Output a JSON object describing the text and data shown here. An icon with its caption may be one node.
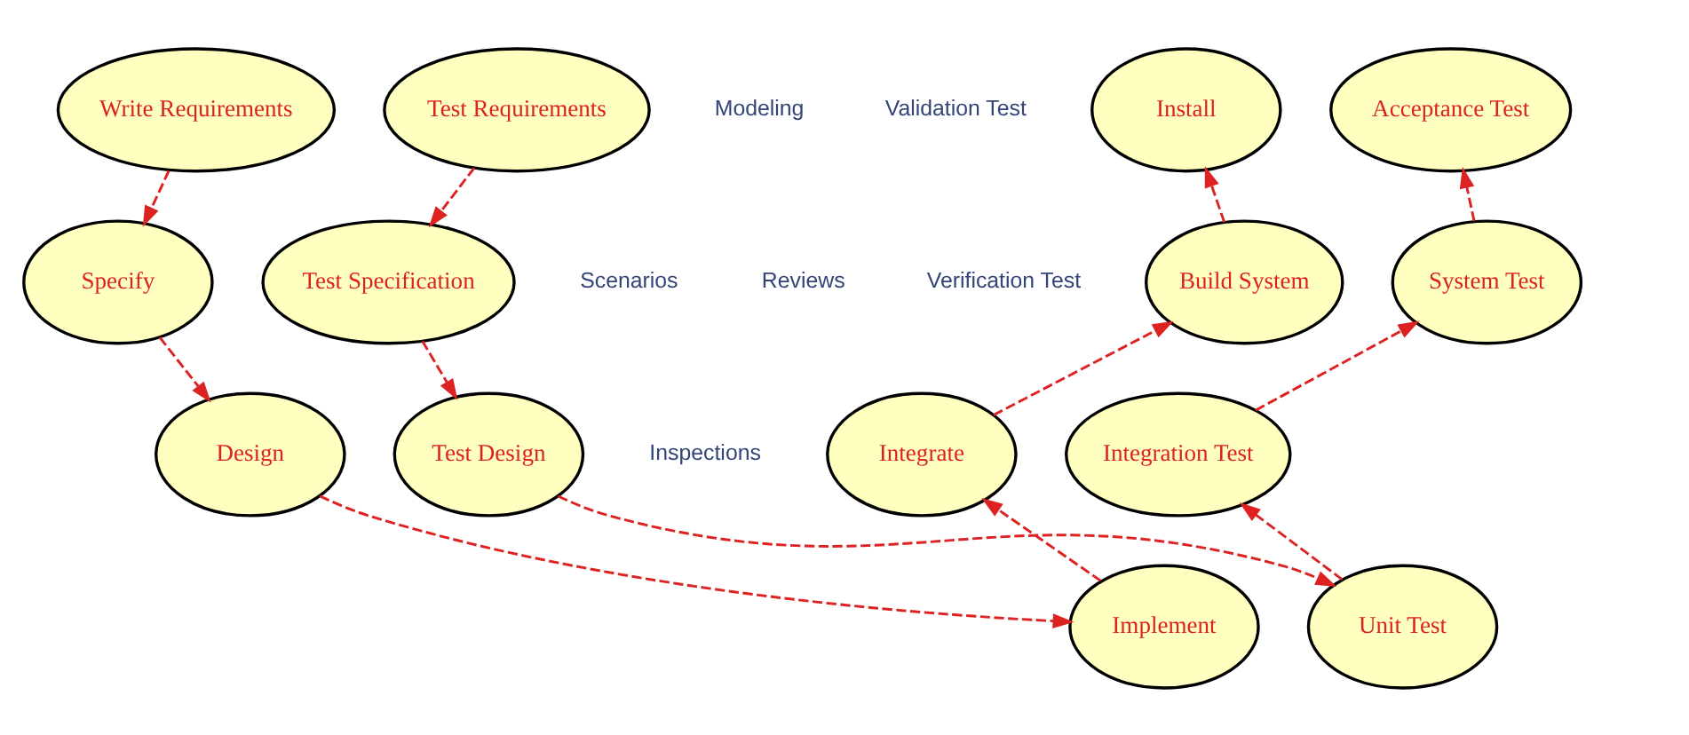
{
  "diagram": {
    "nodes": [
      {
        "text": [
          "Write Requirements"
        ]
      },
      {
        "text": [
          "Test Requirements"
        ]
      },
      {
        "text": [
          "Specify"
        ]
      },
      {
        "text": [
          "Test Specification"
        ]
      },
      {
        "text": [
          "Design"
        ]
      },
      {
        "text": [
          "Test Design"
        ]
      },
      {
        "text": [
          "Implement"
        ]
      },
      {
        "text": [
          "Unit Test"
        ]
      },
      {
        "text": [
          "Integrate"
        ]
      },
      {
        "text": [
          "Integration Test"
        ]
      },
      {
        "text": [
          "Build System"
        ]
      },
      {
        "text": [
          "System Test"
        ]
      },
      {
        "text": [
          "Install"
        ]
      },
      {
        "text": [
          "Acceptance Test"
        ]
      }
    ],
    "edges": [
      {
        "from": 0,
        "to": 2,
        "arrow": "to",
        "style": "dashed"
      },
      {
        "from": 1,
        "to": 3,
        "arrow": "to",
        "style": "dashed"
      },
      {
        "from": 2,
        "to": 4,
        "arrow": "to",
        "style": "dashed"
      },
      {
        "from": 3,
        "to": 5,
        "arrow": "to",
        "style": "dashed"
      },
      {
        "from": 4,
        "to": 6,
        "arrow": "to",
        "style": "dashed"
      },
      {
        "from": 5,
        "to": 7,
        "arrow": "to",
        "style": "dashed"
      },
      {
        "from": 6,
        "to": 8,
        "arrow": "to",
        "style": "dashed"
      },
      {
        "from": 7,
        "to": 9,
        "arrow": "to",
        "style": "dashed"
      },
      {
        "from": 8,
        "to": 10,
        "arrow": "to",
        "style": "dashed"
      },
      {
        "from": 9,
        "to": 11,
        "arrow": "to",
        "style": "dashed"
      },
      {
        "from": 10,
        "to": 12,
        "arrow": "to",
        "style": "dashed"
      },
      {
        "from": 11,
        "to": 13,
        "arrow": "to",
        "style": "dashed"
      }
    ],
    "labels": [
      "Validation Test",
      "Modeling",
      "Scenarios",
      "Verification Test",
      "Reviews",
      "Inspections"
    ]
  }
}
